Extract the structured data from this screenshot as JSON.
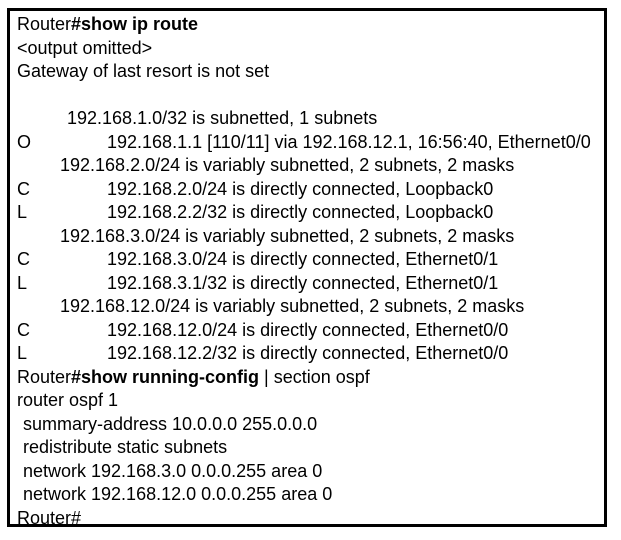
{
  "terminal": {
    "command1": {
      "prompt": "Router",
      "command": "#show ip route"
    },
    "pre_output": {
      "omitted": "<output omitted>",
      "gateway": "Gateway of last resort is not set"
    },
    "route_table": {
      "lines": [
        {
          "code": "",
          "text": "192.168.1.0/32 is subnetted, 1 subnets"
        },
        {
          "code": "O",
          "text": "192.168.1.1 [110/11] via 192.168.12.1, 16:56:40, Ethernet0/0"
        },
        {
          "code": "",
          "text": "192.168.2.0/24 is variably subnetted, 2 subnets, 2 masks"
        },
        {
          "code": "C",
          "text": "192.168.2.0/24 is directly connected, Loopback0"
        },
        {
          "code": "L",
          "text": "192.168.2.2/32 is directly connected, Loopback0"
        },
        {
          "code": "",
          "text": "192.168.3.0/24 is variably subnetted, 2 subnets, 2 masks"
        },
        {
          "code": "C",
          "text": "192.168.3.0/24 is directly connected, Ethernet0/1"
        },
        {
          "code": "L",
          "text": "192.168.3.1/32 is directly connected, Ethernet0/1"
        },
        {
          "code": "",
          "text": "192.168.12.0/24 is variably subnetted, 2 subnets, 2 masks"
        },
        {
          "code": "C",
          "text": "192.168.12.0/24 is directly connected, Ethernet0/0"
        },
        {
          "code": "L",
          "text": "192.168.12.2/32 is directly connected, Ethernet0/0"
        }
      ]
    },
    "command2": {
      "prompt": "Router",
      "command": "#show running-config",
      "suffix": " | section ospf"
    },
    "ospf_config": {
      "lines": [
        "router ospf 1",
        "summary-address 10.0.0.0 255.0.0.0",
        "redistribute static subnets",
        "network 192.168.3.0 0.0.0.255 area 0",
        "network 192.168.12.0 0.0.0.255 area 0"
      ]
    },
    "final_prompt": "Router#",
    "colors": {
      "text": "#000000",
      "background": "#ffffff",
      "border": "#000000"
    }
  }
}
